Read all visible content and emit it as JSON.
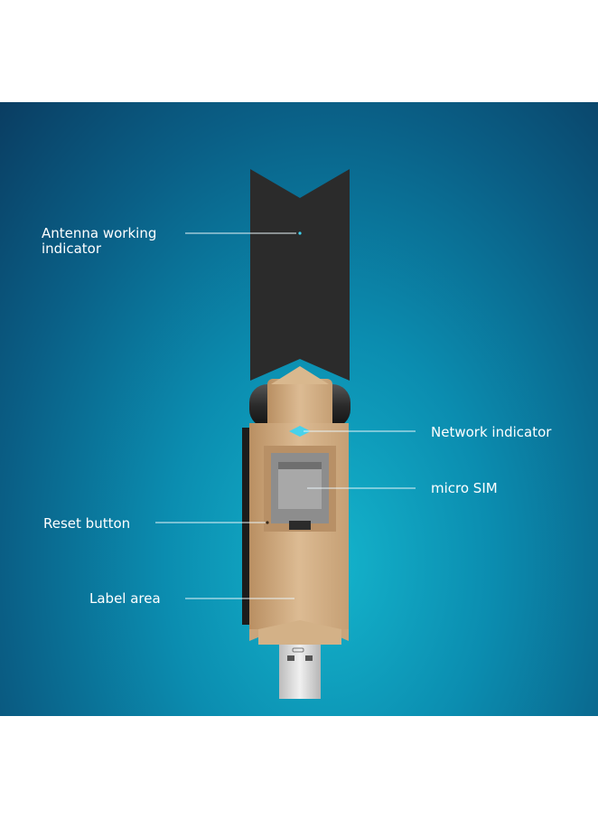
{
  "callouts": {
    "antenna": {
      "line1": "Antenna working",
      "line2": "indicator"
    },
    "network": "Network indicator",
    "sim": "micro SIM",
    "reset": "Reset button",
    "label_area": "Label area"
  },
  "colors": {
    "antenna": "#2b2b2b",
    "body_gold": "#c9a57a",
    "usb_metal": "#d9d9d9",
    "indicator_cyan": "#3fd3f0"
  }
}
